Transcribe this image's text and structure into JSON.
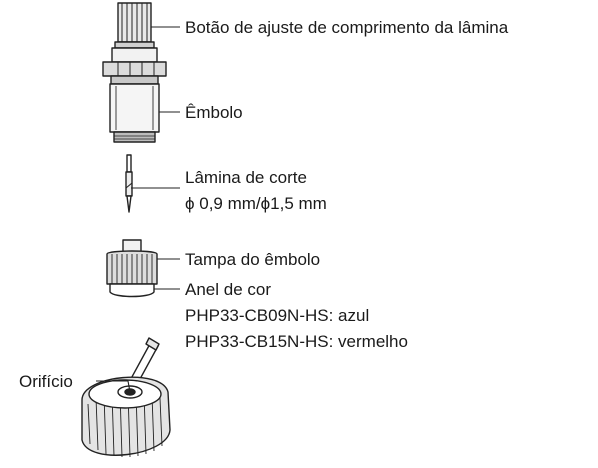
{
  "labels": {
    "blade_knob": "Botão de ajuste de comprimento da lâmina",
    "plunger": "Êmbolo",
    "blade_line1": "Lâmina de corte",
    "blade_line2": "ϕ 0,9 mm/ϕ1,5 mm",
    "plunger_cap": "Tampa do êmbolo",
    "ring_line1": "Anel de cor",
    "ring_line2": "PHP33-CB09N-HS: azul",
    "ring_line3": "PHP33-CB15N-HS: vermelho",
    "hole": "Orifício"
  }
}
